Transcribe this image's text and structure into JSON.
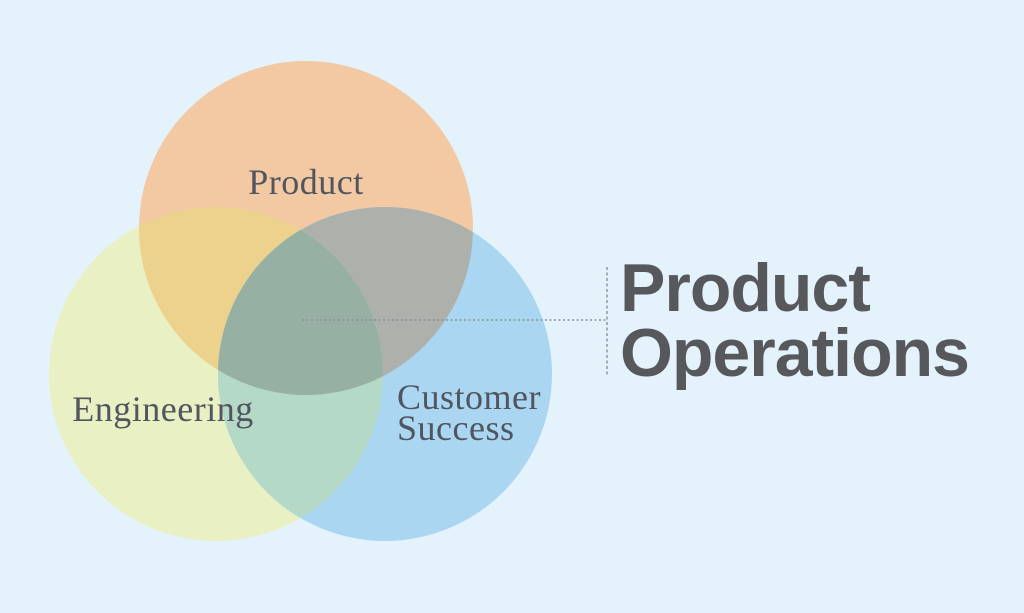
{
  "title": {
    "line1": "Product",
    "line2": "Operations"
  },
  "venn": {
    "circles": [
      {
        "label": "Product",
        "color": "#f2c9a3"
      },
      {
        "label": "Engineering",
        "color": "#e9f0c4"
      },
      {
        "label": "Customer Success",
        "color": "#aad6f2"
      }
    ],
    "overlaps": {
      "product_engineering": "#edd28e",
      "product_customer": "#aeb1ab",
      "engineering_customer": "#b5d9c7",
      "center": "#96b1a3"
    }
  },
  "colors": {
    "background": "#e4f2fc",
    "label_text": "#50555e",
    "title_text": "#56585c",
    "connector": "#8a9097"
  }
}
